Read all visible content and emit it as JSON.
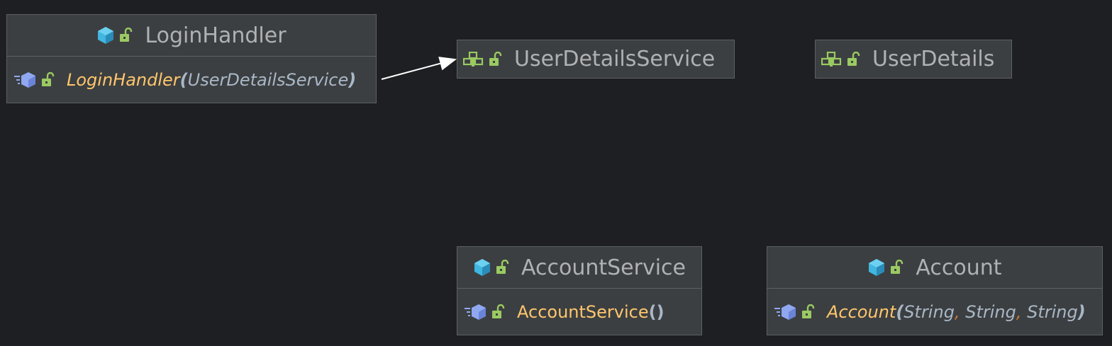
{
  "colors": {
    "background": "#1e1f22",
    "node_fill": "#3c3f41",
    "node_border": "#5d6064",
    "class_icon": "#40b6e0",
    "interface_icon": "#9aca62",
    "lock_icon": "#9aca62",
    "method_name": "#ffc66d",
    "comma": "#cc7832"
  },
  "nodes": {
    "login_handler": {
      "title": "LoginHandler",
      "kind_icon": "class-icon",
      "member": {
        "name": "LoginHandler",
        "open": "(",
        "params": [
          "UserDetailsService"
        ],
        "close": ")"
      }
    },
    "user_details_service": {
      "title": "UserDetailsService",
      "kind_icon": "interface-icon"
    },
    "user_details": {
      "title": "UserDetails",
      "kind_icon": "interface-icon"
    },
    "account_service": {
      "title": "AccountService",
      "kind_icon": "class-icon",
      "member": {
        "name": "AccountService",
        "open": "(",
        "close": ")"
      }
    },
    "account": {
      "title": "Account",
      "kind_icon": "class-icon",
      "member": {
        "name": "Account",
        "open": "(",
        "params": [
          "String",
          "String",
          "String"
        ],
        "sep": ",",
        "close": ")"
      }
    }
  },
  "edges": [
    {
      "from": "LoginHandler",
      "to": "UserDetailsService",
      "type": "dependency-arrow"
    }
  ]
}
